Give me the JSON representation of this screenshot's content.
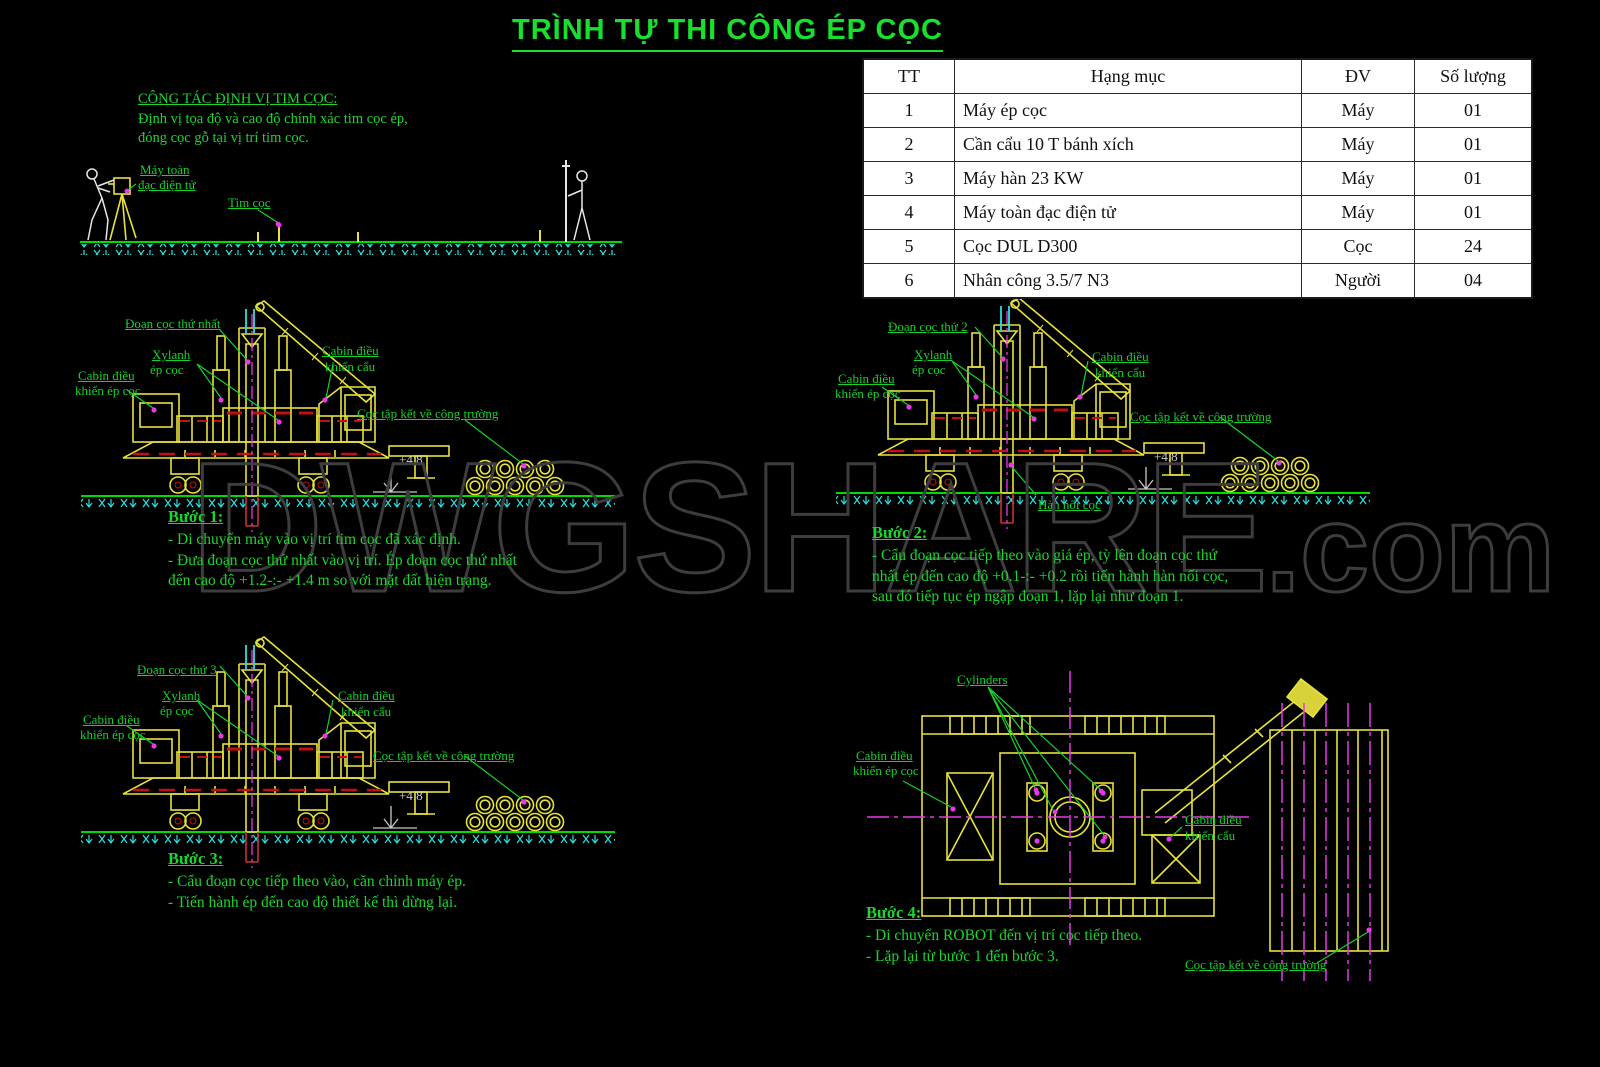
{
  "title": "TRÌNH TỰ THI CÔNG ÉP CỌC",
  "watermark": {
    "main": "DWGSHARE",
    "suffix": ".com"
  },
  "table": {
    "headers": [
      "TT",
      "Hạng mục",
      "ĐV",
      "Số lượng"
    ],
    "rows": [
      {
        "tt": "1",
        "item": "Máy ép cọc",
        "unit": "Máy",
        "qty": "01"
      },
      {
        "tt": "2",
        "item": "Cần cẩu 10 T bánh xích",
        "unit": "Máy",
        "qty": "01"
      },
      {
        "tt": "3",
        "item": "Máy hàn 23 KW",
        "unit": "Máy",
        "qty": "01"
      },
      {
        "tt": "4",
        "item": "Máy toàn đạc điện tử",
        "unit": "Máy",
        "qty": "01"
      },
      {
        "tt": "5",
        "item": "Cọc DUL D300",
        "unit": "Cọc",
        "qty": "24"
      },
      {
        "tt": "6",
        "item": "Nhân công 3.5/7 N3",
        "unit": "Người",
        "qty": "04"
      }
    ]
  },
  "survey": {
    "heading": "CÔNG TÁC ĐỊNH VỊ TIM CỌC:",
    "desc1": "Định vị tọa độ và cao độ chính xác tim cọc ép,",
    "desc2": "đóng cọc gỗ tại vị trí tim cọc.",
    "station_label1": "Máy toàn",
    "station_label2": "đạc điện tử",
    "pile_center_label": "Tim cọc"
  },
  "machine_labels": {
    "xylanh1": "Xylanh",
    "xylanh2": "ép cọc",
    "cabin_press1": "Cabin điều",
    "cabin_press2": "khiển ép cọc",
    "cabin_crane1": "Cabin điều",
    "cabin_crane2": "khiển cẩu",
    "stock": "Cọc tập kết về công trường",
    "elevation": "+4.8"
  },
  "steps": {
    "step1": {
      "segment_label": "Đoạn cọc thứ nhất",
      "heading": "Bước 1:",
      "lines": [
        "- Di chuyển máy vào vị trí tim cọc đã xác định.",
        "- Đưa đoạn cọc thứ nhất vào vị trí. Ép đoạn cọc thứ nhất đến cao độ +1.2-:- +1.4 m so với mặt đất hiện trạng."
      ]
    },
    "step2": {
      "segment_label": "Đoạn cọc thứ 2",
      "weld_label": "Hàn nối cọc",
      "heading": "Bước 2:",
      "lines": [
        "- Cẩu đoạn cọc tiếp theo vào giá ép, tỳ lên đoạn cọc thứ nhất ép đến cao độ +0.1-:- +0.2 rồi tiến hành hàn nối cọc, sau đó tiếp tục ép ngập đoạn 1, lặp lại như đoạn 1."
      ]
    },
    "step3": {
      "segment_label": "Đoạn cọc thứ 3",
      "heading": "Bước 3:",
      "lines": [
        "- Cẩu đoạn cọc tiếp theo vào, căn chỉnh máy ép.",
        "- Tiến hành ép đến cao độ thiết kế thì dừng lại."
      ]
    },
    "step4": {
      "cylinders_label": "Cylinders",
      "heading": "Bước 4:",
      "lines": [
        "- Di chuyển ROBOT đến vị trí cọc tiếp theo.",
        "- Lặp lại từ bước 1 đến bước 3."
      ]
    }
  },
  "colors": {
    "background": "#000000",
    "title_green": "#17e12d",
    "label_green": "#14d228",
    "cad_yellow": "#e8e23c",
    "cad_cyan": "#2adfdf",
    "cad_magenta": "#e838e8",
    "cad_red": "#c01010",
    "ground_green": "#00dc00",
    "watermark_gray": "#3d3d3d"
  }
}
